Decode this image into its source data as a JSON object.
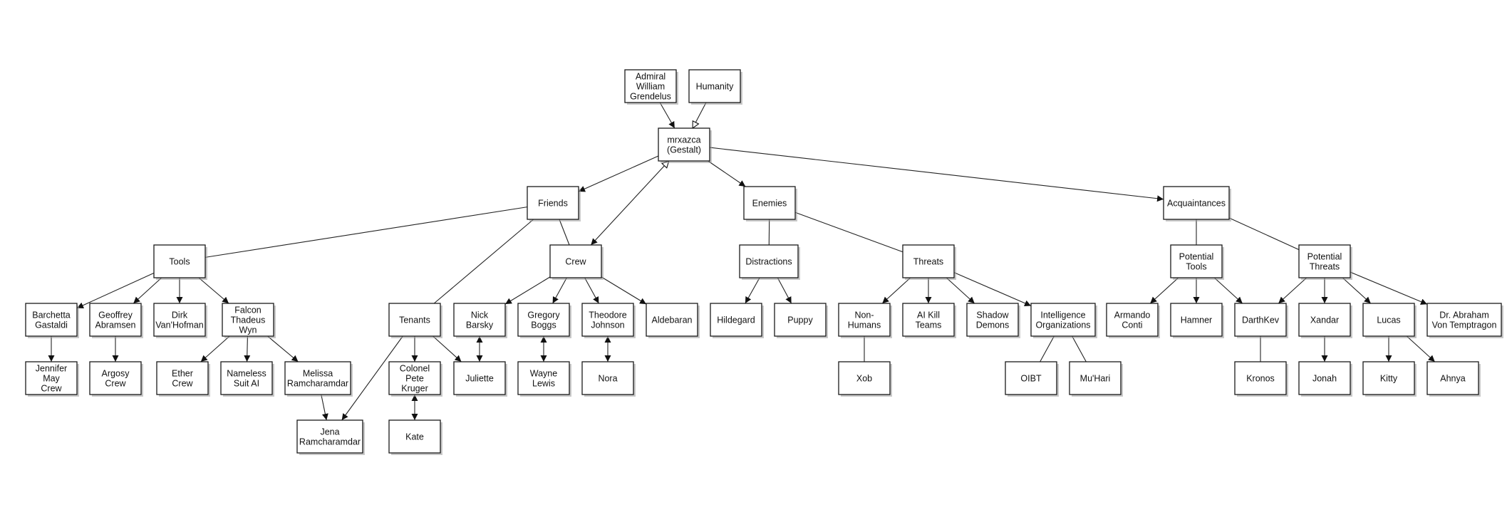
{
  "diagram": {
    "nodes": [
      {
        "id": "admiral",
        "label": "Admiral\nWilliam\nGrendelus"
      },
      {
        "id": "humanity",
        "label": "Humanity"
      },
      {
        "id": "mrxazca",
        "label": "mrxazca\n(Gestalt)"
      },
      {
        "id": "friends",
        "label": "Friends"
      },
      {
        "id": "enemies",
        "label": "Enemies"
      },
      {
        "id": "acquaintances",
        "label": "Acquaintances"
      },
      {
        "id": "tools",
        "label": "Tools"
      },
      {
        "id": "crew",
        "label": "Crew"
      },
      {
        "id": "distractions",
        "label": "Distractions"
      },
      {
        "id": "threats",
        "label": "Threats"
      },
      {
        "id": "ptools",
        "label": "Potential\nTools"
      },
      {
        "id": "pthreats",
        "label": "Potential\nThreats"
      },
      {
        "id": "barchetta",
        "label": "Barchetta\nGastaldi"
      },
      {
        "id": "geoffrey",
        "label": "Geoffrey\nAbramsen"
      },
      {
        "id": "dirk",
        "label": "Dirk\nVan'Hofman"
      },
      {
        "id": "falcon",
        "label": "Falcon\nThadeus\nWyn"
      },
      {
        "id": "tenants",
        "label": "Tenants"
      },
      {
        "id": "nick",
        "label": "Nick\nBarsky"
      },
      {
        "id": "gregory",
        "label": "Gregory\nBoggs"
      },
      {
        "id": "theodore",
        "label": "Theodore\nJohnson"
      },
      {
        "id": "aldebaran",
        "label": "Aldebaran"
      },
      {
        "id": "hildegard",
        "label": "Hildegard"
      },
      {
        "id": "puppy",
        "label": "Puppy"
      },
      {
        "id": "nonhumans",
        "label": "Non-\nHumans"
      },
      {
        "id": "aikill",
        "label": "AI Kill\nTeams"
      },
      {
        "id": "shadow",
        "label": "Shadow\nDemons"
      },
      {
        "id": "intel",
        "label": "Intelligence\nOrganizations"
      },
      {
        "id": "armando",
        "label": "Armando\nConti"
      },
      {
        "id": "hamner",
        "label": "Hamner"
      },
      {
        "id": "darthkev",
        "label": "DarthKev"
      },
      {
        "id": "xandar",
        "label": "Xandar"
      },
      {
        "id": "lucas",
        "label": "Lucas"
      },
      {
        "id": "abraham",
        "label": "Dr. Abraham\nVon Temptragon"
      },
      {
        "id": "jennifer",
        "label": "Jennifer\nMay\nCrew"
      },
      {
        "id": "argosy",
        "label": "Argosy\nCrew"
      },
      {
        "id": "ether",
        "label": "Ether\nCrew"
      },
      {
        "id": "nameless",
        "label": "Nameless\nSuit AI"
      },
      {
        "id": "melissa",
        "label": "Melissa\nRamcharamdar"
      },
      {
        "id": "colonel",
        "label": "Colonel\nPete\nKruger"
      },
      {
        "id": "juliette",
        "label": "Juliette"
      },
      {
        "id": "wayne",
        "label": "Wayne\nLewis"
      },
      {
        "id": "nora",
        "label": "Nora"
      },
      {
        "id": "xob",
        "label": "Xob"
      },
      {
        "id": "oibt",
        "label": "OIBT"
      },
      {
        "id": "muhari",
        "label": "Mu'Hari"
      },
      {
        "id": "kronos",
        "label": "Kronos"
      },
      {
        "id": "jonah",
        "label": "Jonah"
      },
      {
        "id": "kitty",
        "label": "Kitty"
      },
      {
        "id": "ahnya",
        "label": "Ahnya"
      },
      {
        "id": "jena",
        "label": "Jena\nRamcharamdar"
      },
      {
        "id": "kate",
        "label": "Kate"
      }
    ],
    "edges": [
      {
        "from": "admiral",
        "to": "mrxazca",
        "type": "arrow"
      },
      {
        "from": "humanity",
        "to": "mrxazca",
        "type": "hollow"
      },
      {
        "from": "mrxazca",
        "to": "friends",
        "type": "arrow"
      },
      {
        "from": "mrxazca",
        "to": "enemies",
        "type": "arrow"
      },
      {
        "from": "mrxazca",
        "to": "acquaintances",
        "type": "arrow"
      },
      {
        "from": "mrxazca",
        "to": "crew",
        "type": "both-hollow"
      },
      {
        "from": "friends",
        "to": "tools",
        "type": "line"
      },
      {
        "from": "friends",
        "to": "crew",
        "type": "line"
      },
      {
        "from": "friends",
        "to": "tenants",
        "type": "line"
      },
      {
        "from": "enemies",
        "to": "distractions",
        "type": "line"
      },
      {
        "from": "enemies",
        "to": "threats",
        "type": "line"
      },
      {
        "from": "acquaintances",
        "to": "ptools",
        "type": "line"
      },
      {
        "from": "acquaintances",
        "to": "pthreats",
        "type": "line"
      },
      {
        "from": "tools",
        "to": "barchetta",
        "type": "arrow"
      },
      {
        "from": "tools",
        "to": "geoffrey",
        "type": "arrow"
      },
      {
        "from": "tools",
        "to": "dirk",
        "type": "arrow"
      },
      {
        "from": "tools",
        "to": "falcon",
        "type": "arrow"
      },
      {
        "from": "barchetta",
        "to": "jennifer",
        "type": "arrow"
      },
      {
        "from": "geoffrey",
        "to": "argosy",
        "type": "arrow"
      },
      {
        "from": "falcon",
        "to": "ether",
        "type": "arrow"
      },
      {
        "from": "falcon",
        "to": "nameless",
        "type": "arrow"
      },
      {
        "from": "falcon",
        "to": "melissa",
        "type": "arrow"
      },
      {
        "from": "melissa",
        "to": "jena",
        "type": "arrow"
      },
      {
        "from": "tenants",
        "to": "jena",
        "type": "arrow"
      },
      {
        "from": "tenants",
        "to": "colonel",
        "type": "arrow"
      },
      {
        "from": "tenants",
        "to": "juliette",
        "type": "arrow"
      },
      {
        "from": "colonel",
        "to": "kate",
        "type": "both"
      },
      {
        "from": "crew",
        "to": "nick",
        "type": "arrow"
      },
      {
        "from": "crew",
        "to": "gregory",
        "type": "arrow"
      },
      {
        "from": "crew",
        "to": "theodore",
        "type": "arrow"
      },
      {
        "from": "crew",
        "to": "aldebaran",
        "type": "arrow"
      },
      {
        "from": "nick",
        "to": "juliette",
        "type": "both"
      },
      {
        "from": "gregory",
        "to": "wayne",
        "type": "both"
      },
      {
        "from": "theodore",
        "to": "nora",
        "type": "both"
      },
      {
        "from": "distractions",
        "to": "hildegard",
        "type": "arrow"
      },
      {
        "from": "distractions",
        "to": "puppy",
        "type": "arrow"
      },
      {
        "from": "threats",
        "to": "nonhumans",
        "type": "arrow"
      },
      {
        "from": "threats",
        "to": "aikill",
        "type": "arrow"
      },
      {
        "from": "threats",
        "to": "shadow",
        "type": "arrow"
      },
      {
        "from": "threats",
        "to": "intel",
        "type": "arrow"
      },
      {
        "from": "nonhumans",
        "to": "xob",
        "type": "line"
      },
      {
        "from": "intel",
        "to": "oibt",
        "type": "line"
      },
      {
        "from": "intel",
        "to": "muhari",
        "type": "line"
      },
      {
        "from": "ptools",
        "to": "armando",
        "type": "arrow"
      },
      {
        "from": "ptools",
        "to": "hamner",
        "type": "arrow"
      },
      {
        "from": "ptools",
        "to": "darthkev",
        "type": "arrow"
      },
      {
        "from": "pthreats",
        "to": "darthkev",
        "type": "arrow"
      },
      {
        "from": "pthreats",
        "to": "xandar",
        "type": "arrow"
      },
      {
        "from": "pthreats",
        "to": "lucas",
        "type": "arrow"
      },
      {
        "from": "pthreats",
        "to": "abraham",
        "type": "arrow"
      },
      {
        "from": "darthkev",
        "to": "kronos",
        "type": "line"
      },
      {
        "from": "xandar",
        "to": "jonah",
        "type": "arrow"
      },
      {
        "from": "lucas",
        "to": "kitty",
        "type": "arrow"
      },
      {
        "from": "lucas",
        "to": "ahnya",
        "type": "arrow"
      }
    ]
  }
}
